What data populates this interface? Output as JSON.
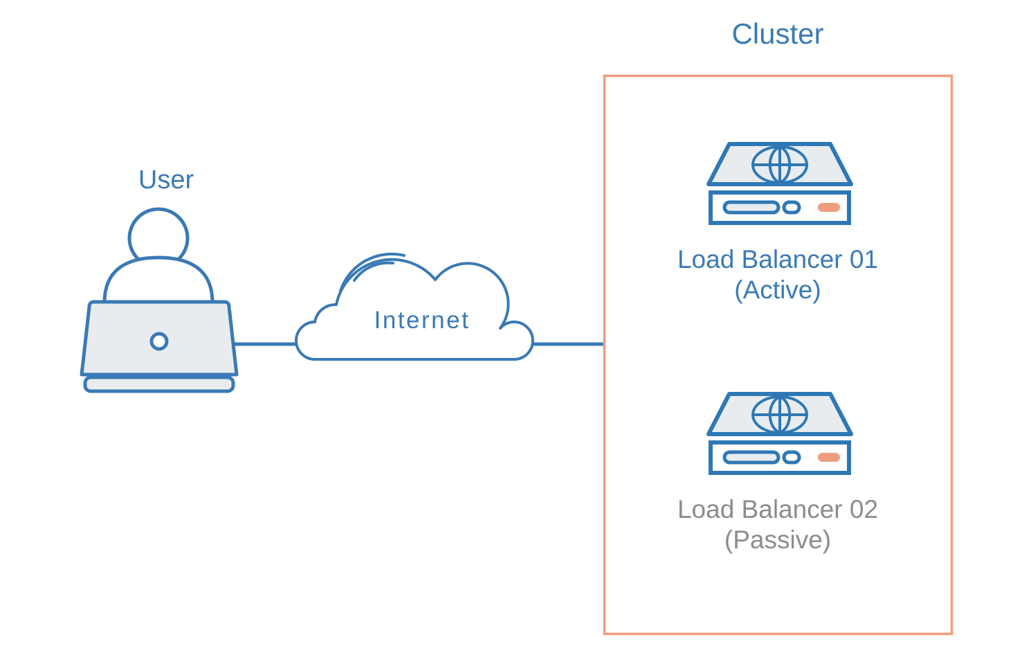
{
  "diagram": {
    "title_visible": false,
    "background": "#ffffff",
    "colors": {
      "blue": "#3a7ab5",
      "blue_stroke": "#2f78b5",
      "gray_text": "#8c8c8c",
      "salmon": "#ee9e7f",
      "light_fill": "#e8ecef",
      "white": "#ffffff"
    },
    "nodes": [
      {
        "id": "user",
        "label": "User",
        "icon": "user-laptop-icon",
        "label_color": "#3a7ab5"
      },
      {
        "id": "internet",
        "label": "Internet",
        "icon": "cloud-icon",
        "label_color": "#3a7ab5"
      },
      {
        "id": "load-balancer-01",
        "label": "Load Balancer 01\n(Active)",
        "name": "Load Balancer 01",
        "state": "(Active)",
        "icon": "server-globe-icon",
        "label_color": "#3a7ab5"
      },
      {
        "id": "load-balancer-02",
        "label": "Load Balancer 02\n(Passive)",
        "name": "Load Balancer 02",
        "state": "(Passive)",
        "icon": "server-globe-icon",
        "label_color": "#8c8c8c"
      }
    ],
    "groups": [
      {
        "id": "cluster",
        "label": "Cluster",
        "border_color": "#ee9e7f",
        "label_color": "#3a7ab5",
        "members": [
          "load-balancer-01",
          "load-balancer-02"
        ]
      }
    ],
    "connections": [
      {
        "from": "user",
        "to": "internet",
        "style": "solid",
        "color": "#3a7ab5"
      },
      {
        "from": "internet",
        "to": "cluster",
        "style": "solid",
        "color": "#3a7ab5"
      }
    ]
  }
}
